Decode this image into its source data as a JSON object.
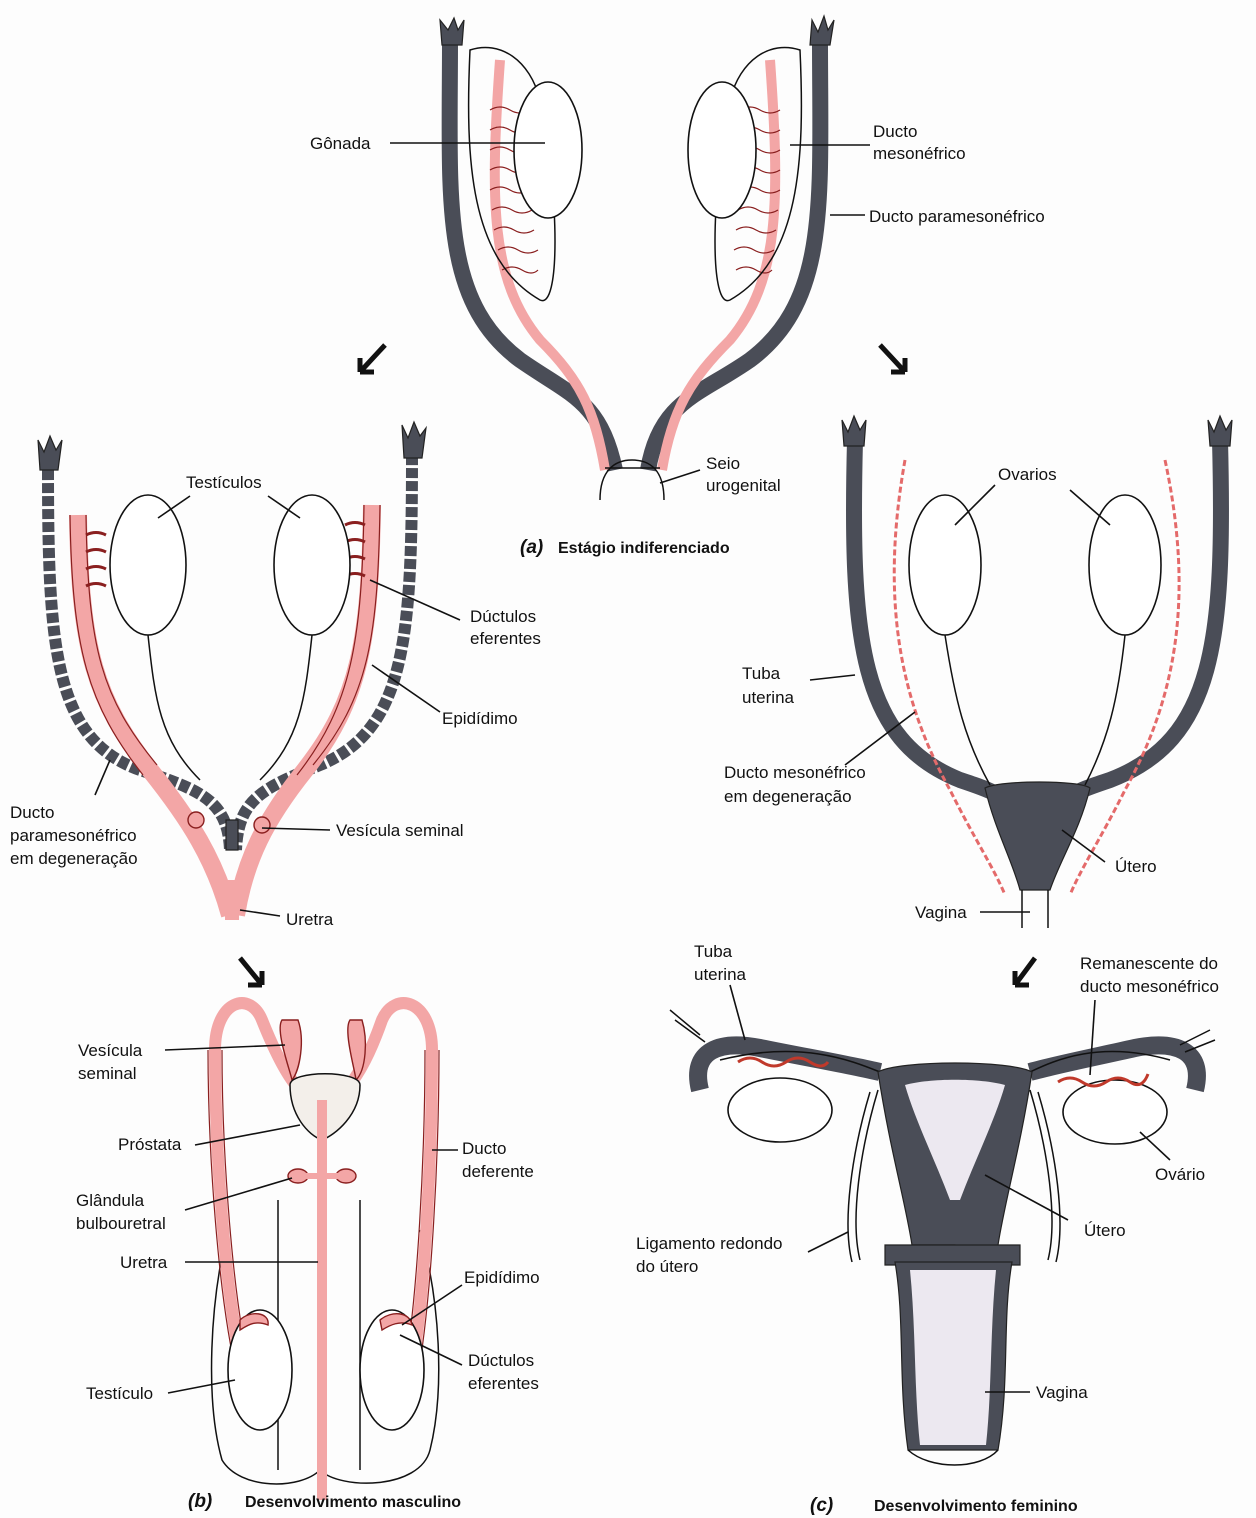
{
  "panels": {
    "a": {
      "letter": "(a)",
      "caption": "Estágio indiferenciado",
      "labels": {
        "gonada": "Gônada",
        "ducto_meso_1": "Ducto",
        "ducto_meso_2": "mesonéfrico",
        "ducto_parameso": "Ducto paramesonéfrico",
        "seio_1": "Seio",
        "seio_2": "urogenital"
      }
    },
    "b": {
      "letter": "(b)",
      "caption": "Desenvolvimento masculino",
      "labels": {
        "testiculos": "Testículos",
        "ductulos_1": "Dúctulos",
        "ductulos_2": "eferentes",
        "epididimo": "Epidídimo",
        "parameso_deg_1": "Ducto",
        "parameso_deg_2": "paramesonéfrico",
        "parameso_deg_3": "em degeneração",
        "vesicula": "Vesícula seminal",
        "uretra": "Uretra",
        "vesicula_b_1": "Vesícula",
        "vesicula_b_2": "seminal",
        "prostata": "Próstata",
        "bulbo_1": "Glândula",
        "bulbo_2": "bulbouretral",
        "uretra_b": "Uretra",
        "deferente_1": "Ducto",
        "deferente_2": "deferente",
        "epididimo_b": "Epidídimo",
        "ductulos_b_1": "Dúctulos",
        "ductulos_b_2": "eferentes",
        "testiculo": "Testículo"
      }
    },
    "c": {
      "letter": "(c)",
      "caption": "Desenvolvimento feminino",
      "labels": {
        "ovarios": "Ovarios",
        "tuba_1": "Tuba",
        "tuba_2": "uterina",
        "meso_deg_1": "Ducto mesonéfrico",
        "meso_deg_2": "em degeneração",
        "utero": "Útero",
        "vagina": "Vagina",
        "tuba_c_1": "Tuba",
        "tuba_c_2": "uterina",
        "remanescente_1": "Remanescente do",
        "remanescente_2": "ducto mesonéfrico",
        "ovario": "Ovário",
        "utero_c": "Útero",
        "ligamento_1": "Ligamento redondo",
        "ligamento_2": "do útero",
        "vagina_c": "Vagina"
      }
    }
  },
  "colors": {
    "mesonephric": "#f3a6a6",
    "paramesonephric": "#4a4d57",
    "outline": "#111111"
  }
}
